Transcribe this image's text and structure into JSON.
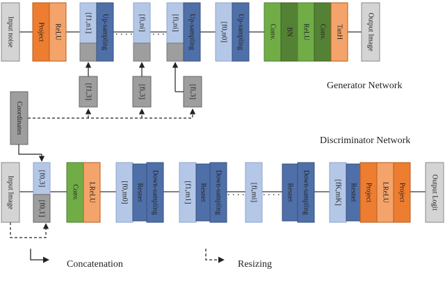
{
  "colors": {
    "gray": "#d4d4d4",
    "dark_gray": "#9e9e9e",
    "orange": "#ed7d31",
    "blue_light": "#b4c7e7",
    "blue_dark": "#4f6fa8",
    "green": "#70ad47",
    "green_dark": "#548235",
    "line": "#333333"
  },
  "generator": {
    "title": "Generator Network",
    "input": "Input noise",
    "project": "Project",
    "relu": "ReLU",
    "feat1": "[f1,n1]",
    "up1": "Up-sampling",
    "feat_i": "[fi,ni]",
    "feat_i2": "[fi,ni]",
    "up_i": "Up-sampling",
    "feat0": "[f0,n0]",
    "up0": "Up-sampling",
    "conv1": "Conv.",
    "bn": "BN",
    "relu2": "ReLU",
    "conv2": "Conv.",
    "tanh": "TanH",
    "output": "Output Image",
    "coord1": "[f1,3]",
    "coord2": "[fi,3]",
    "coord3": "[fi,3]"
  },
  "coordinates": "Coordinates",
  "discriminator": {
    "title": "Discriminator Network",
    "input": "Input Image",
    "cat_top": "[f0,3]",
    "cat_bottom": "[f0,1]",
    "conv": "Conv.",
    "lrelu": "LReLU",
    "feat0": "[f0,m0]",
    "res1": "Resnet",
    "down1": "Down-sampling",
    "feat1": "[f1,m1]",
    "res2": "Resnet",
    "down2": "Down-sampling",
    "feat_i": "[fi,mi]",
    "res3": "Resnet",
    "down3": "Down-sampling",
    "feat_k": "[fK,mK]",
    "res4": "Resnet",
    "project1": "Project",
    "lrelu2": "LReLU",
    "project2": "Project",
    "output": "Output Logit"
  },
  "legend": {
    "concat": "Concatenation",
    "resize": "Resizing"
  }
}
